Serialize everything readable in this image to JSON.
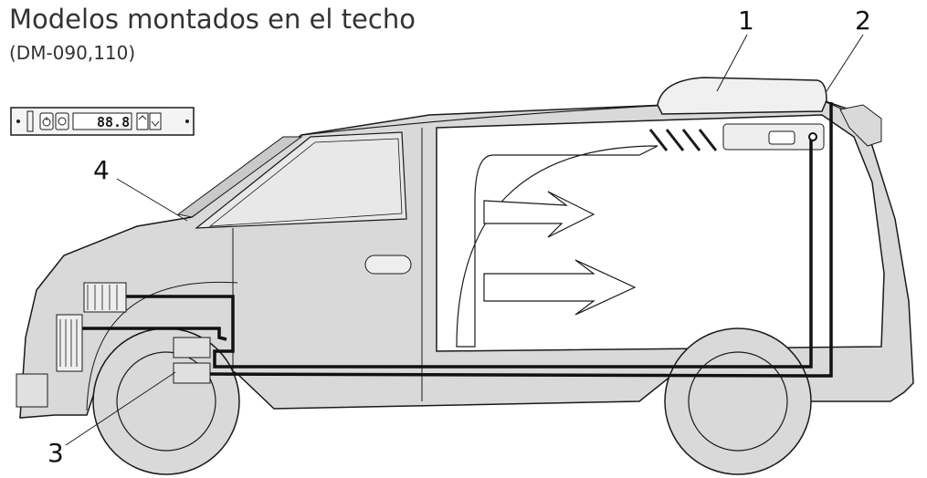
{
  "title": "Modelos montados en el techo",
  "subtitle": "(DM-090,110)",
  "callouts": {
    "roof_unit": "1",
    "connection_point": "2",
    "compressor_condenser": "3",
    "control_panel": "4"
  },
  "control_panel": {
    "display": "88.8"
  },
  "colors": {
    "body": "#d9d9d9",
    "outline": "#1a1a1a",
    "cargo": "#ffffff",
    "hose": "#111111"
  },
  "icons": [
    "control-panel-icon",
    "power-icon",
    "fan-icon",
    "up-arrow-icon",
    "down-arrow-icon",
    "airflow-arrow-icon"
  ]
}
